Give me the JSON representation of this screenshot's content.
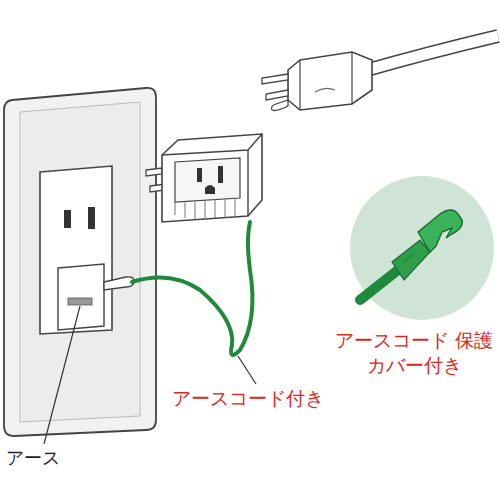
{
  "diagram": {
    "labels": [
      "アース",
      "アースコード付き",
      "アースコード 保護カバー付き"
    ]
  }
}
